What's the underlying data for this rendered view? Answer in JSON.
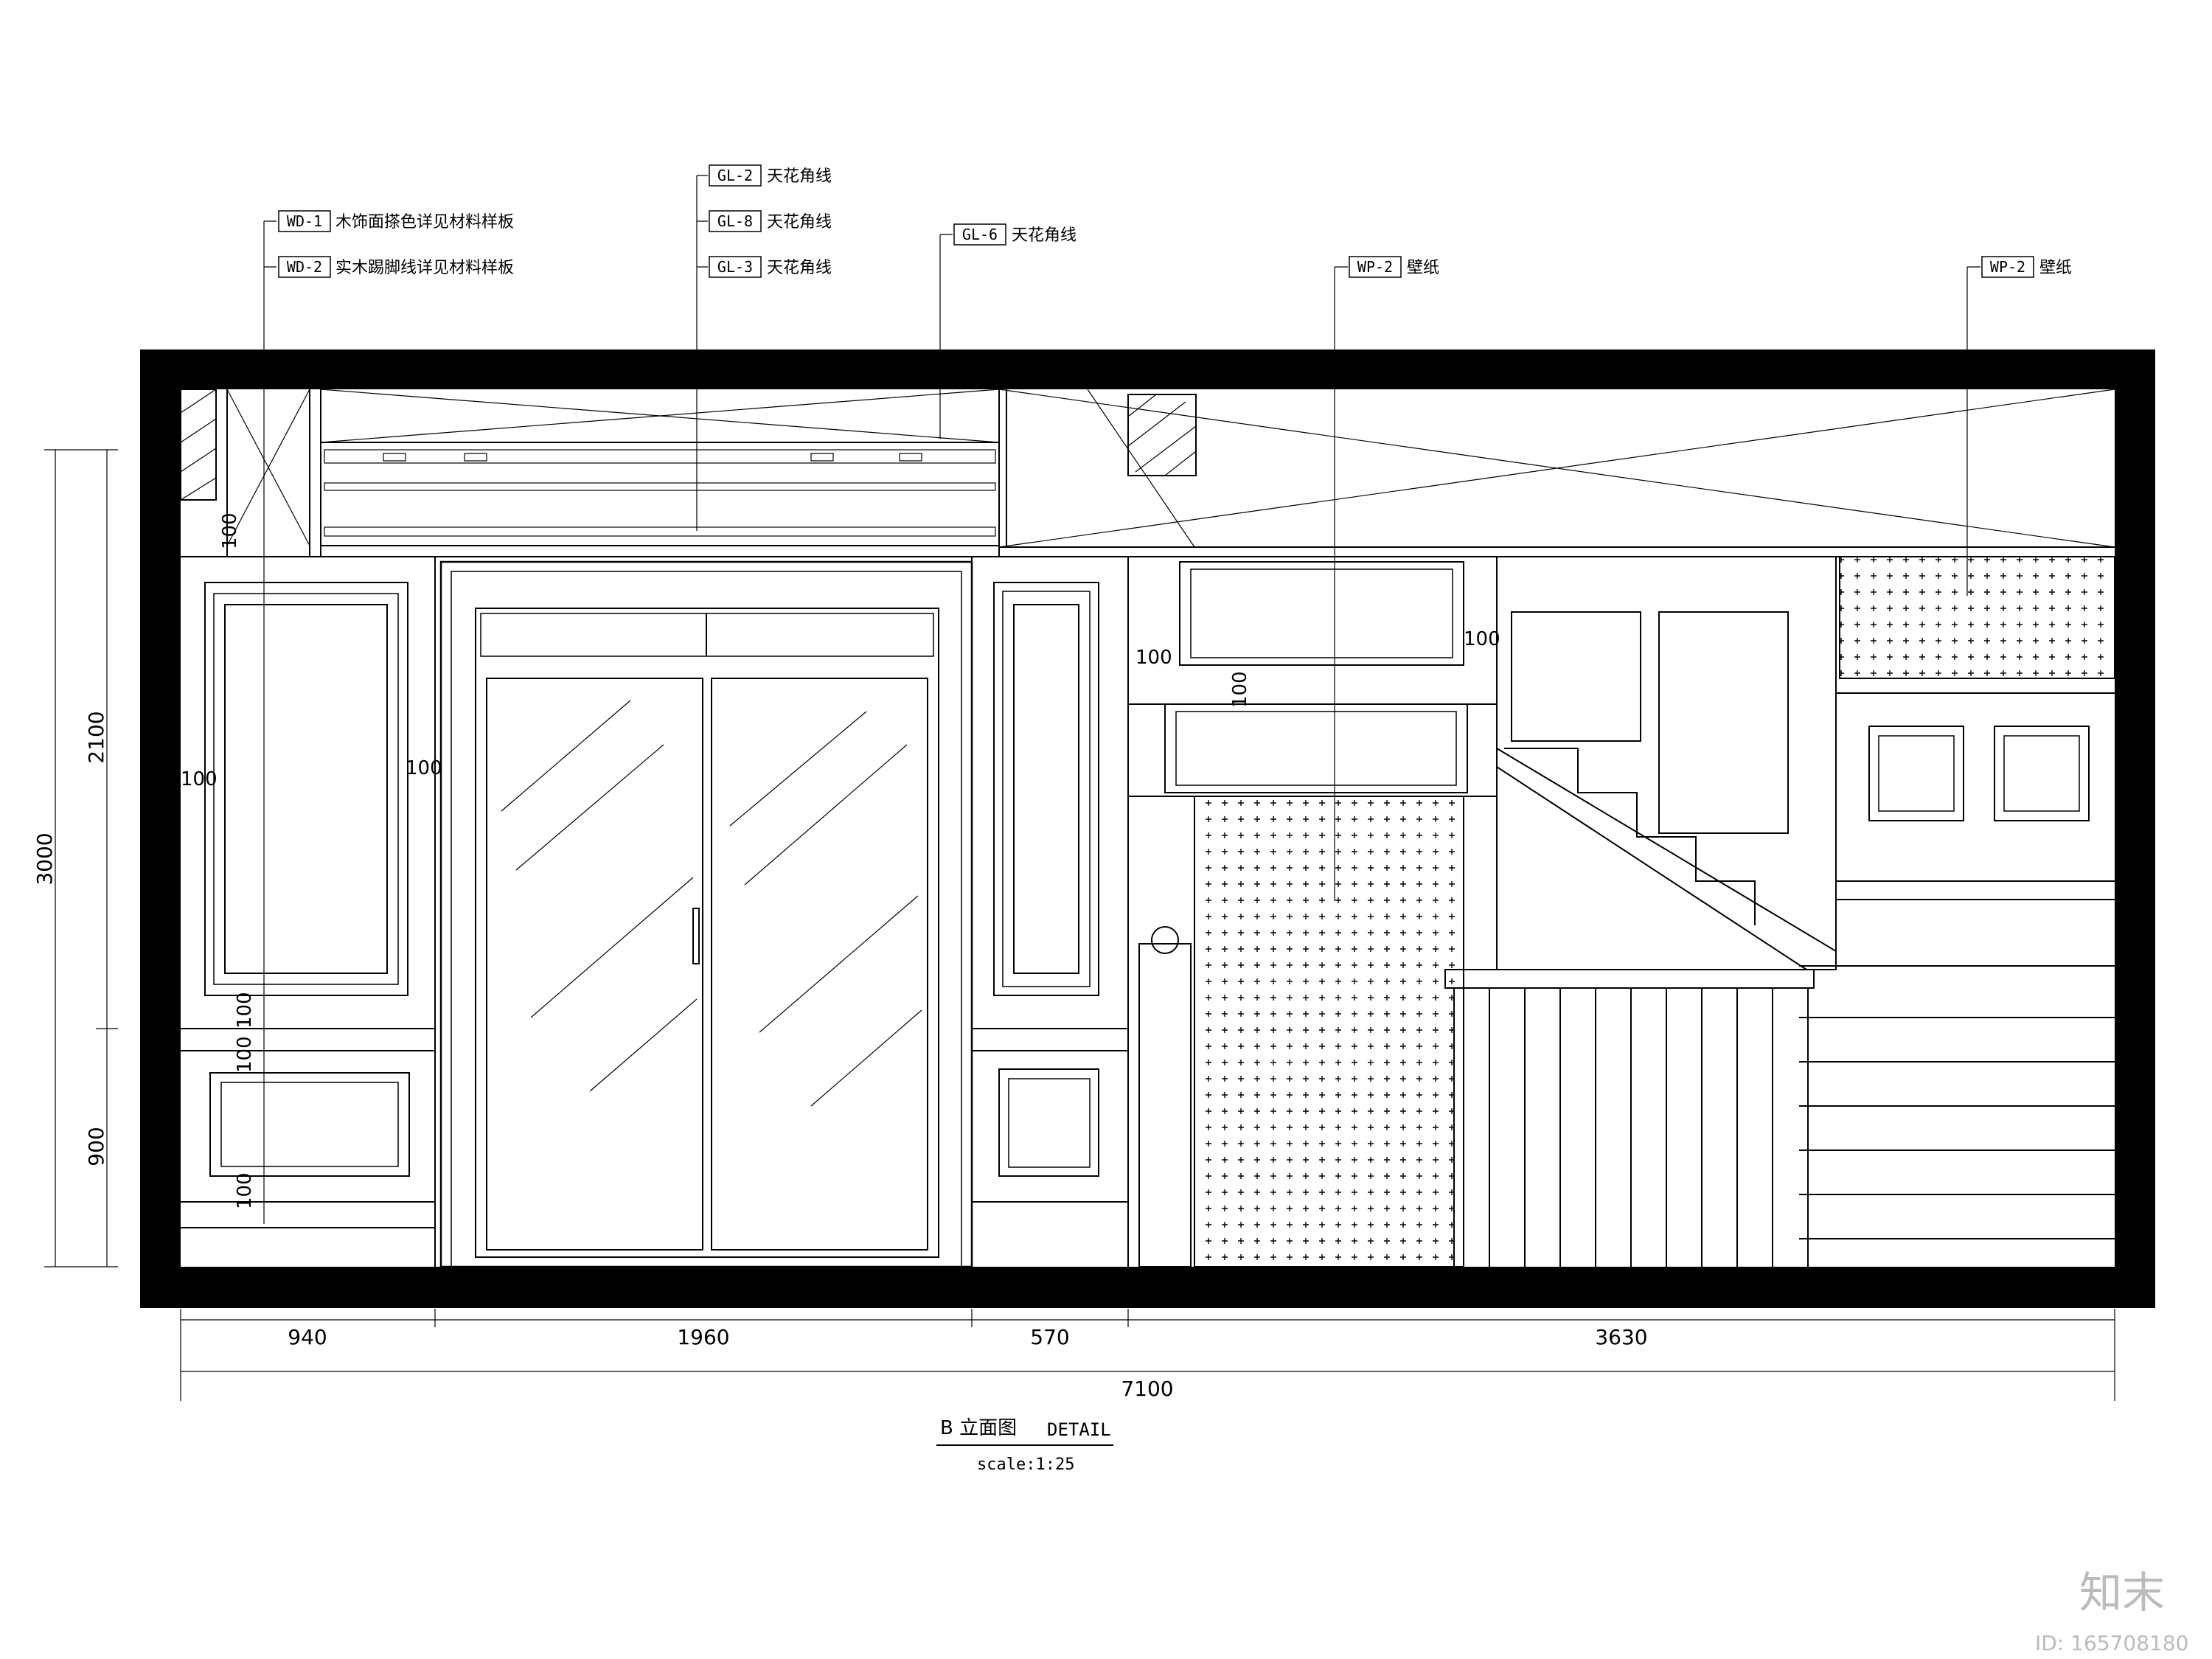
{
  "callouts": [
    {
      "tag": "WD-1",
      "text": "木饰面搽色详见材料样板"
    },
    {
      "tag": "WD-2",
      "text": "实木踢脚线详见材料样板"
    },
    {
      "tag": "GL-2",
      "text": "天花角线"
    },
    {
      "tag": "GL-8",
      "text": "天花角线"
    },
    {
      "tag": "GL-3",
      "text": "天花角线"
    },
    {
      "tag": "GL-6",
      "text": "天花角线"
    },
    {
      "tag": "WP-2",
      "text": "壁纸"
    },
    {
      "tag": "WP-2",
      "text": "壁纸"
    }
  ],
  "dims_bottom": [
    "940",
    "1960",
    "570",
    "3630"
  ],
  "dim_total": "7100",
  "dims_left": [
    "2100",
    "900"
  ],
  "dim_left_total": "3000",
  "inner_dims": [
    "100",
    "100",
    "100",
    "100",
    "100",
    "100",
    "100",
    "100",
    "100"
  ],
  "title": {
    "main": "B 立面图",
    "sub": "DETAIL",
    "scale": "scale:1:25"
  },
  "watermark": {
    "logo": "知末",
    "id": "ID: 165708180"
  }
}
